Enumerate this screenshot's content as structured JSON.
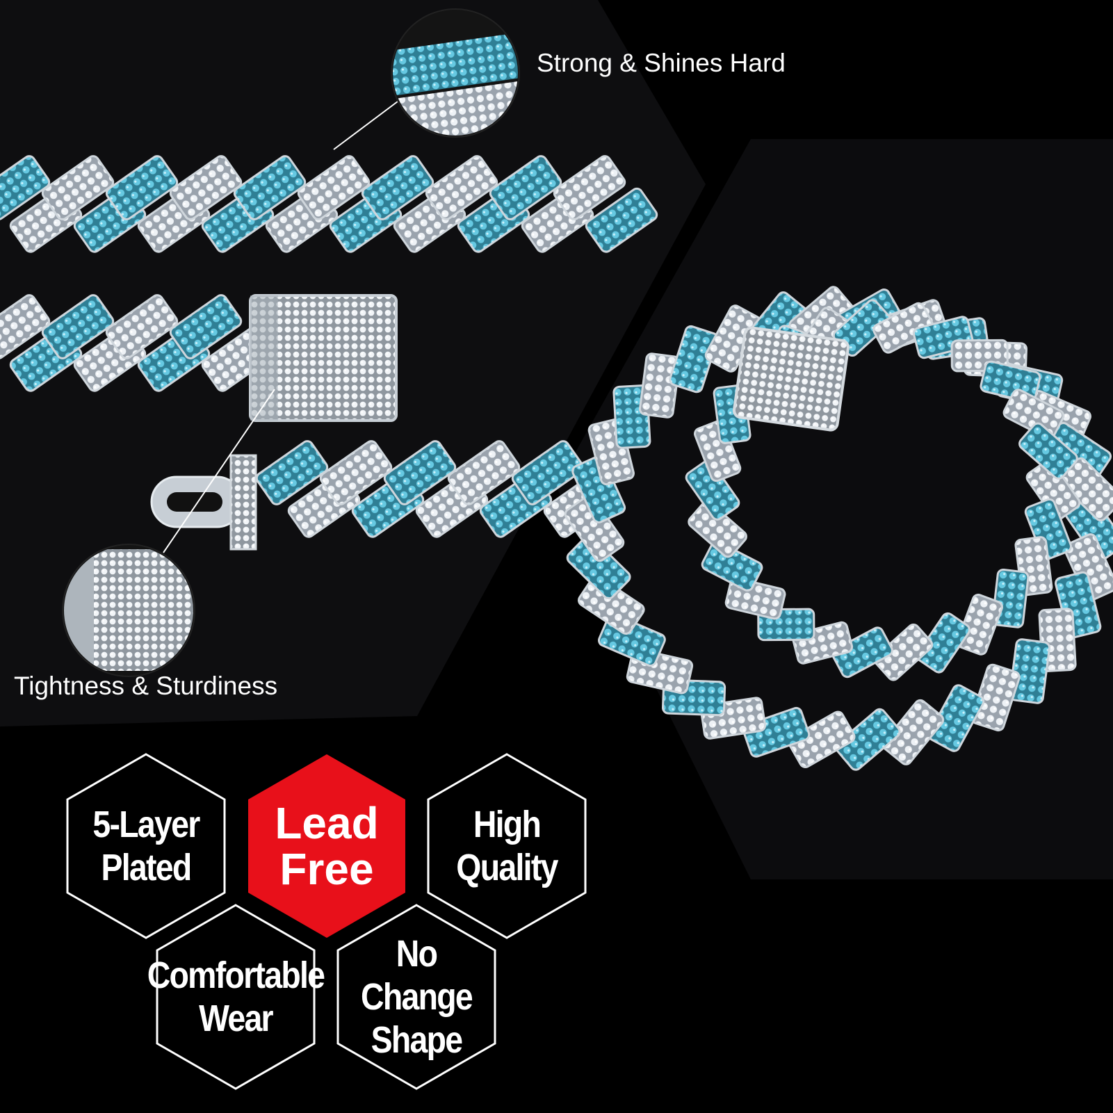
{
  "callouts": {
    "top": "Strong & Shines Hard",
    "bottom": "Tightness & Sturdiness"
  },
  "badges": [
    {
      "line1": "5-Layer",
      "line2": "Plated"
    },
    {
      "line1": "Lead",
      "line2": "Free"
    },
    {
      "line1": "High",
      "line2": "Quality"
    },
    {
      "line1": "Comfortable",
      "line2": "Wear"
    },
    {
      "line1": "No Change",
      "line2": "Shape"
    }
  ],
  "colors": {
    "background": "#000000",
    "panel": "#0d0d0f",
    "accent_red": "#e8101a",
    "stone_blue": "#5fc3dc",
    "stone_white": "#e9edf1",
    "metal": "#b9c0c7"
  }
}
